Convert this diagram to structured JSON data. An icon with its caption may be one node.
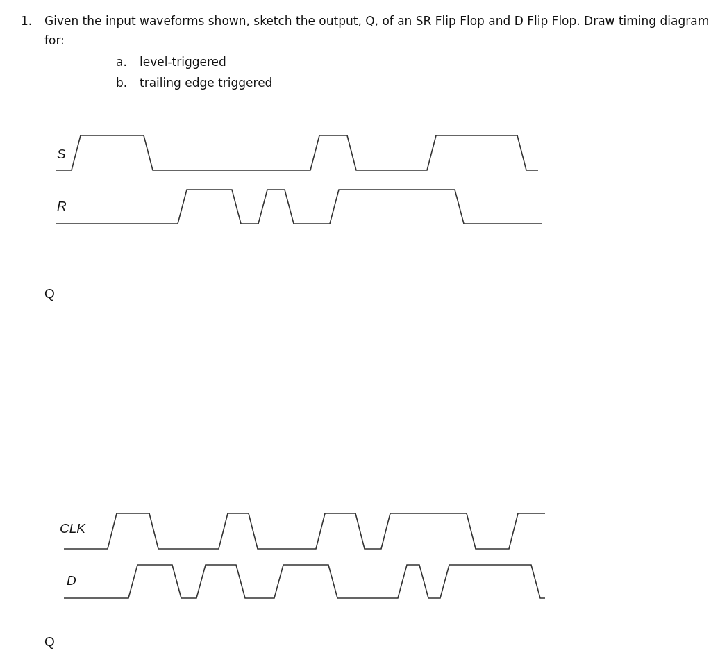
{
  "diagram": {
    "labels": [
      "1.",
      "Given the input waveforms shown, sketch the output, Q, of an SR Flip Flop and D Flip Flop. Draw timing diagram for:",
      "a.",
      "level-triggered",
      "b.",
      "trailing edge triggered",
      "S",
      "R",
      "Q",
      "CLK",
      "D",
      "Q"
    ]
  }
}
